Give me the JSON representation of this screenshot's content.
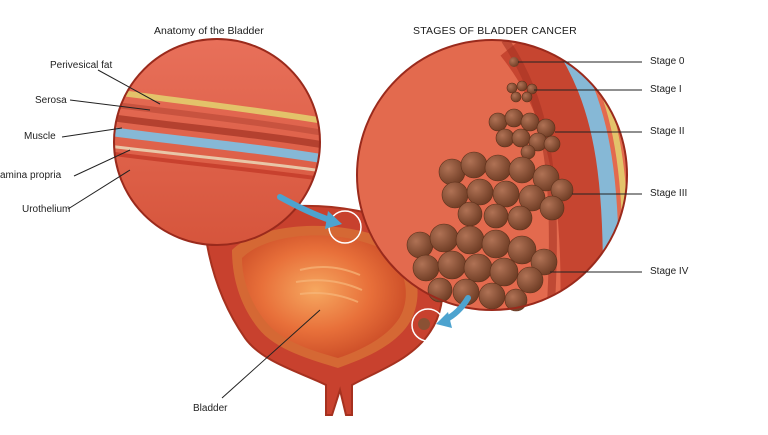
{
  "titles": {
    "anatomy": "Anatomy of the Bladder",
    "stages": "STAGES OF BLADDER CANCER"
  },
  "anatomy_labels": {
    "perivesical_fat": "Perivesical fat",
    "serosa": "Serosa",
    "muscle": "Muscle",
    "lamina_propria": "amina propria",
    "urothelium": "Urothelium",
    "bladder": "Bladder"
  },
  "stage_labels": {
    "stage_0": "Stage 0",
    "stage_1": "Stage I",
    "stage_2": "Stage II",
    "stage_3": "Stage III",
    "stage_4": "Stage IV"
  },
  "colors": {
    "bladder_outer": "#c8412e",
    "bladder_inner": "#e8703a",
    "fat_layer": "#e3c36a",
    "lamina_layer": "#86b8d6",
    "tumor": "#8a5134",
    "arrow": "#4da3cf",
    "background": "#ffffff"
  }
}
